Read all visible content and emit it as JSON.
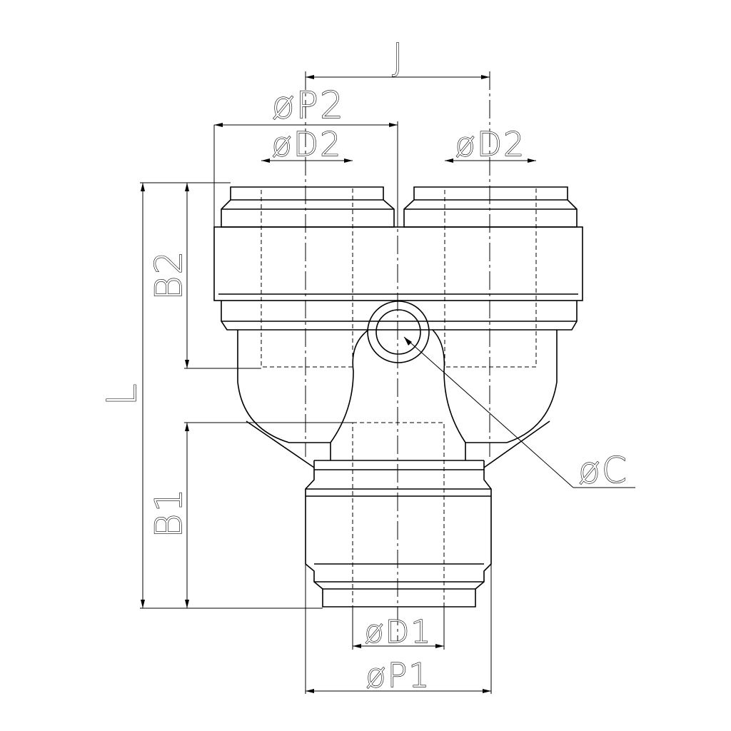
{
  "labels": {
    "j": "J",
    "p2": "øP2",
    "d2_left": "øD2",
    "d2_right": "øD2",
    "b2": "B2",
    "l": "L",
    "b1": "B1",
    "c": "øC",
    "d1": "øD1",
    "p1": "øP1"
  }
}
